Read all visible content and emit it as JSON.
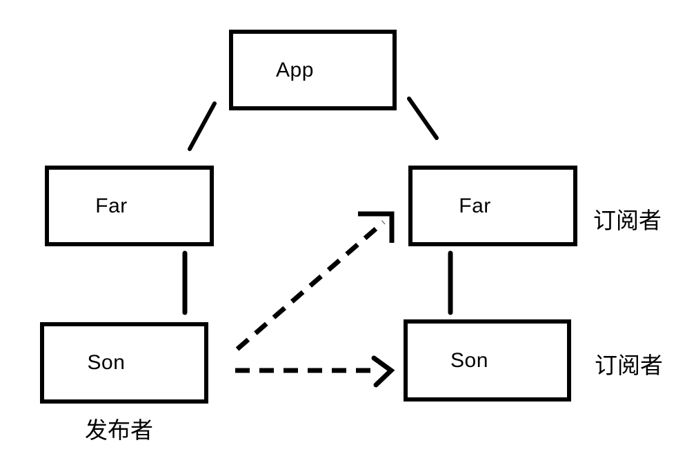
{
  "diagram": {
    "background_color": "#ffffff",
    "ink_color": "#000000",
    "nodes": {
      "app": {
        "label": "App"
      },
      "far_left": {
        "label": "Far"
      },
      "son_left": {
        "label": "Son"
      },
      "far_right": {
        "label": "Far"
      },
      "son_right": {
        "label": "Son"
      }
    },
    "annotations": {
      "publisher": {
        "label": "发布者"
      },
      "subscriber_far": {
        "label": "订阅者"
      },
      "subscriber_son": {
        "label": "订阅者"
      }
    }
  }
}
